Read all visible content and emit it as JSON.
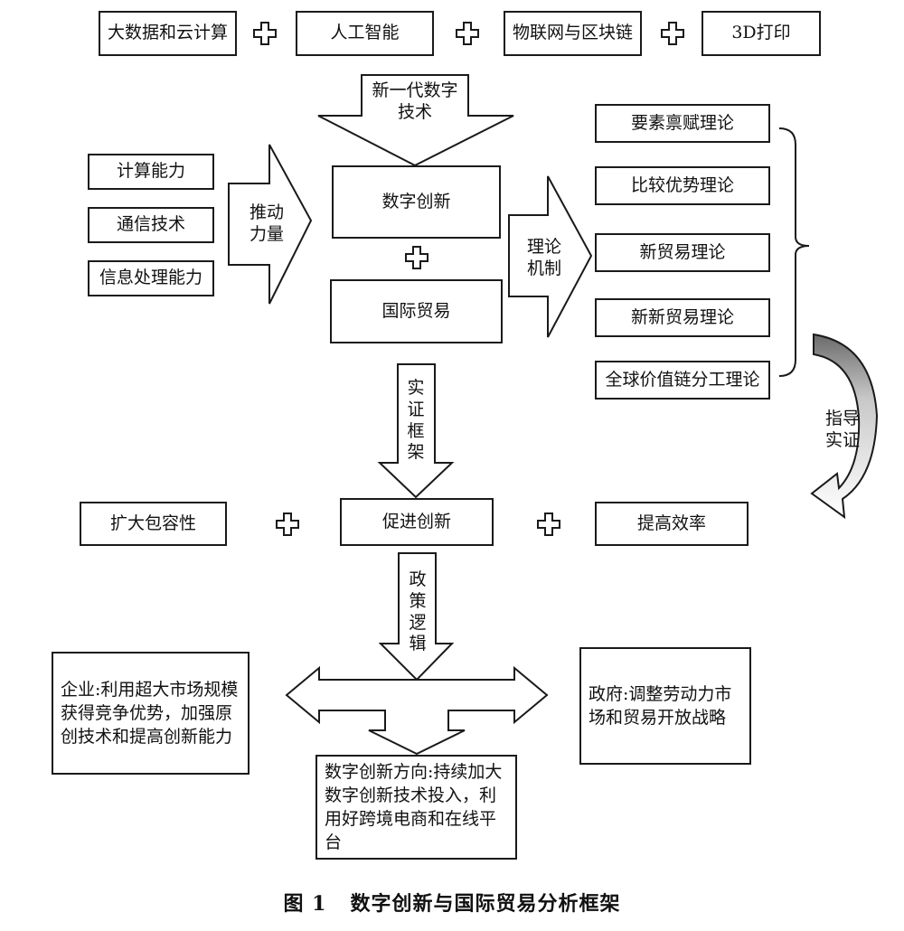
{
  "top_tech": [
    "大数据和云计算",
    "人工智能",
    "物联网与区块链",
    "3D打印"
  ],
  "new_tech_arrow": "新一代数字技术",
  "capabilities": [
    "计算能力",
    "通信技术",
    "信息处理能力"
  ],
  "drive_arrow": "推动力量",
  "core": {
    "innovation": "数字创新",
    "trade": "国际贸易"
  },
  "theory_arrow": "理论机制",
  "theories": [
    "要素禀赋理论",
    "比较优势理论",
    "新贸易理论",
    "新新贸易理论",
    "全球价值链分工理论"
  ],
  "guide_arrow": "指导实证",
  "empirical_arrow": "实证框架",
  "outcomes": {
    "left": "扩大包容性",
    "center": "促进创新",
    "right": "提高效率"
  },
  "policy_arrow": "政策逻辑",
  "policies": {
    "enterprise": "企业:利用超大市场规模获得竞争优势，加强原创技术和提高创新能力",
    "government": "政府:调整劳动力市场和贸易开放战略",
    "direction": "数字创新方向:持续加大数字创新技术投入，利用好跨境电商和在线平台"
  },
  "caption": {
    "figure": "图 1",
    "title": "数字创新与国际贸易分析框架"
  }
}
